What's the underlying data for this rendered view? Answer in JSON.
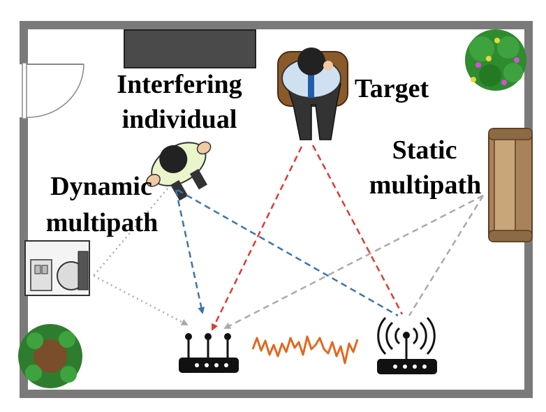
{
  "labels": {
    "interfering_line1": "Interfering",
    "interfering_line2": "individual",
    "target": "Target",
    "dynamic_line1": "Dynamic",
    "dynamic_line2": "multipath",
    "static_line1": "Static",
    "static_line2": "multipath"
  },
  "colors": {
    "wall": "#7a7a7a",
    "direct_path": "#e03a2f",
    "interference_path": "#3a74b0",
    "dynamic_path": "#aaaaaa",
    "static_path": "#aaaaaa",
    "signal_wave": "#e0691f",
    "sofa": "#a8825a",
    "plant": "#2e8b2e",
    "tv": "#4a4a4a"
  },
  "icons": [
    "door-icon",
    "tv-icon",
    "plant-icon",
    "sofa-icon",
    "person-target-icon",
    "person-interfering-icon",
    "appliance-icon",
    "receiver-router-icon",
    "transmitter-router-icon",
    "signal-wave-icon"
  ]
}
